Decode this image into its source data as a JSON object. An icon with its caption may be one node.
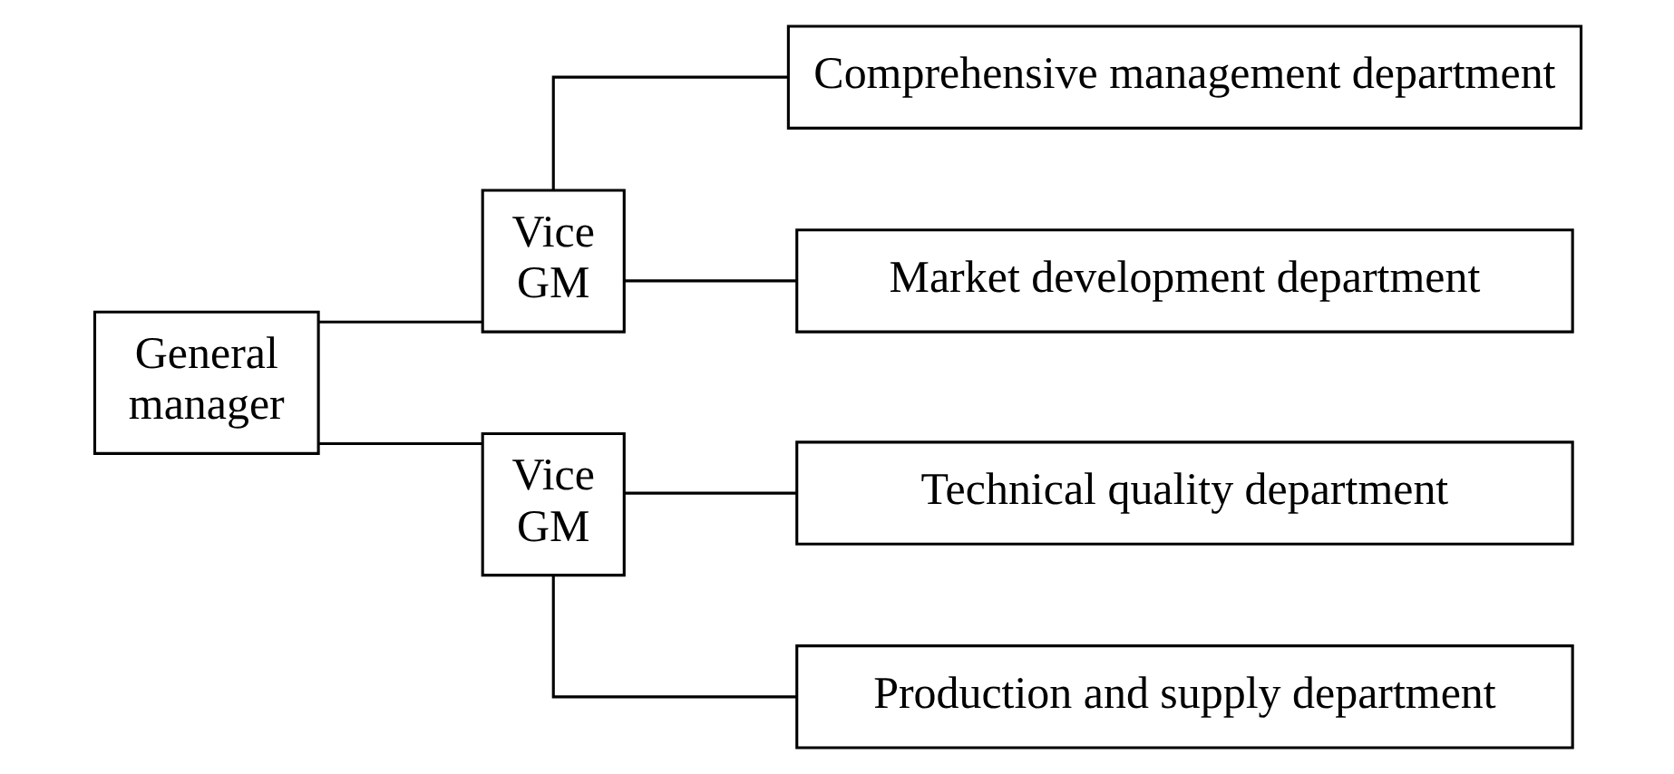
{
  "diagram": {
    "nodes": [
      {
        "text": [
          "General manager"
        ]
      },
      {
        "text": [
          "Vice GM"
        ]
      },
      {
        "text": [
          "Vice GM"
        ]
      },
      {
        "text": [
          "Comprehensive management department"
        ]
      },
      {
        "text": [
          "Market development department"
        ]
      },
      {
        "text": [
          "Technical quality department"
        ]
      },
      {
        "text": [
          "Production and supply department"
        ]
      }
    ],
    "edges": [
      {
        "from": 0,
        "to": 1,
        "arrow": "none"
      },
      {
        "from": 0,
        "to": 2,
        "arrow": "none"
      },
      {
        "from": 1,
        "to": 3,
        "arrow": "none"
      },
      {
        "from": 1,
        "to": 4,
        "arrow": "none"
      },
      {
        "from": 2,
        "to": 5,
        "arrow": "none"
      },
      {
        "from": 2,
        "to": 6,
        "arrow": "none"
      }
    ]
  }
}
